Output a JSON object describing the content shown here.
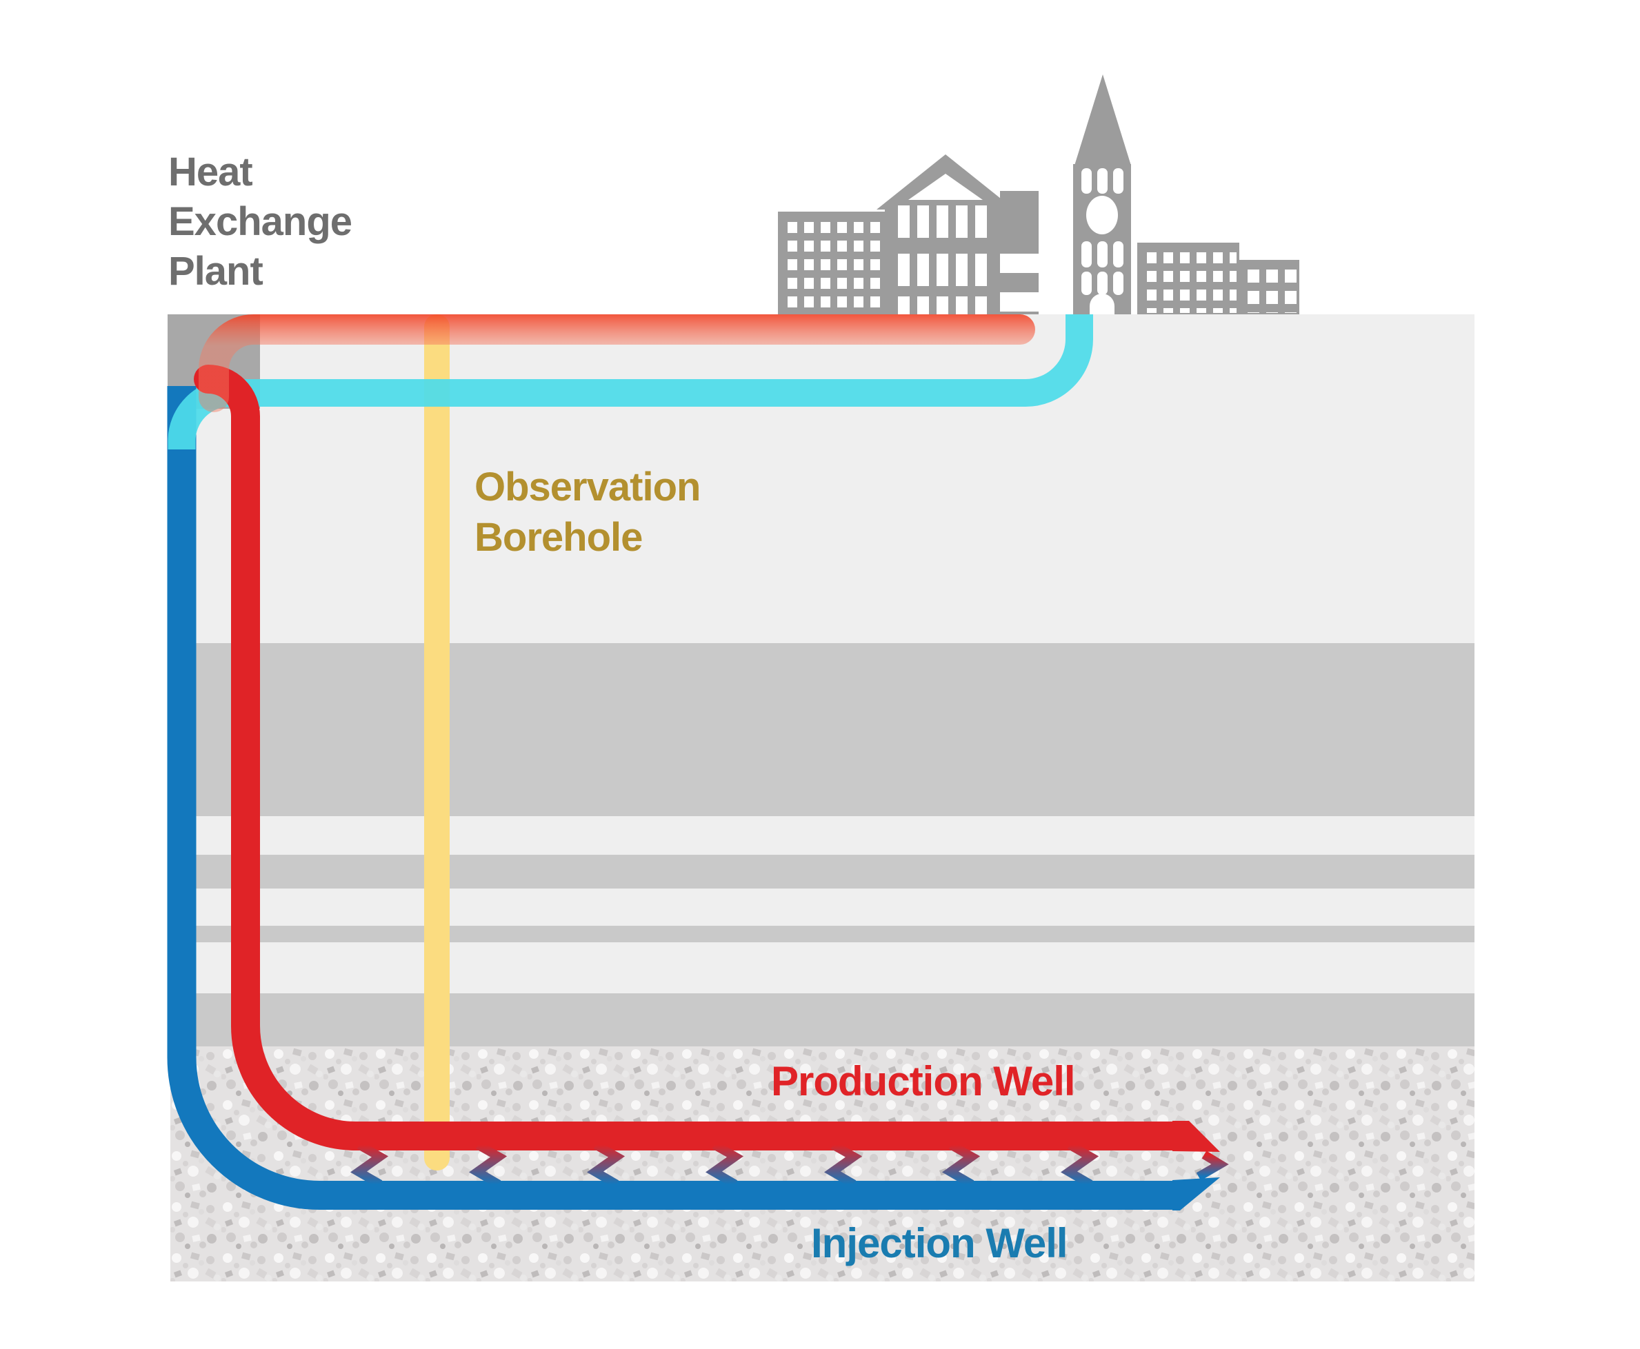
{
  "labels": {
    "heat_exchange_plant": {
      "line1": "Heat",
      "line2": "Exchange",
      "line3": "Plant"
    },
    "observation_borehole": {
      "line1": "Observation",
      "line2": "Borehole"
    },
    "production_well": "Production Well",
    "injection_well": "Injection Well"
  },
  "colors": {
    "pipe-red": "#e02327",
    "pipe-blue": "#1378bd",
    "pipe-cyan": "#4edce9",
    "borehole-yellow": "#fbdc80",
    "band-red-top": "rgba(242,64,36,0.88)",
    "band-red-bottom": "rgba(245,122,96,0.45)",
    "text-gray": "#6e6e6e",
    "text-gold": "#b3902f",
    "text-red": "#e02327",
    "text-blue": "#1a7cb0",
    "ground-light": "#efefef",
    "ground-dark": "#c9c9c9",
    "plant-box-gray": "#a8a8a8",
    "building-gray": "#9c9c9c",
    "granite-base": "#e4e2e2"
  }
}
